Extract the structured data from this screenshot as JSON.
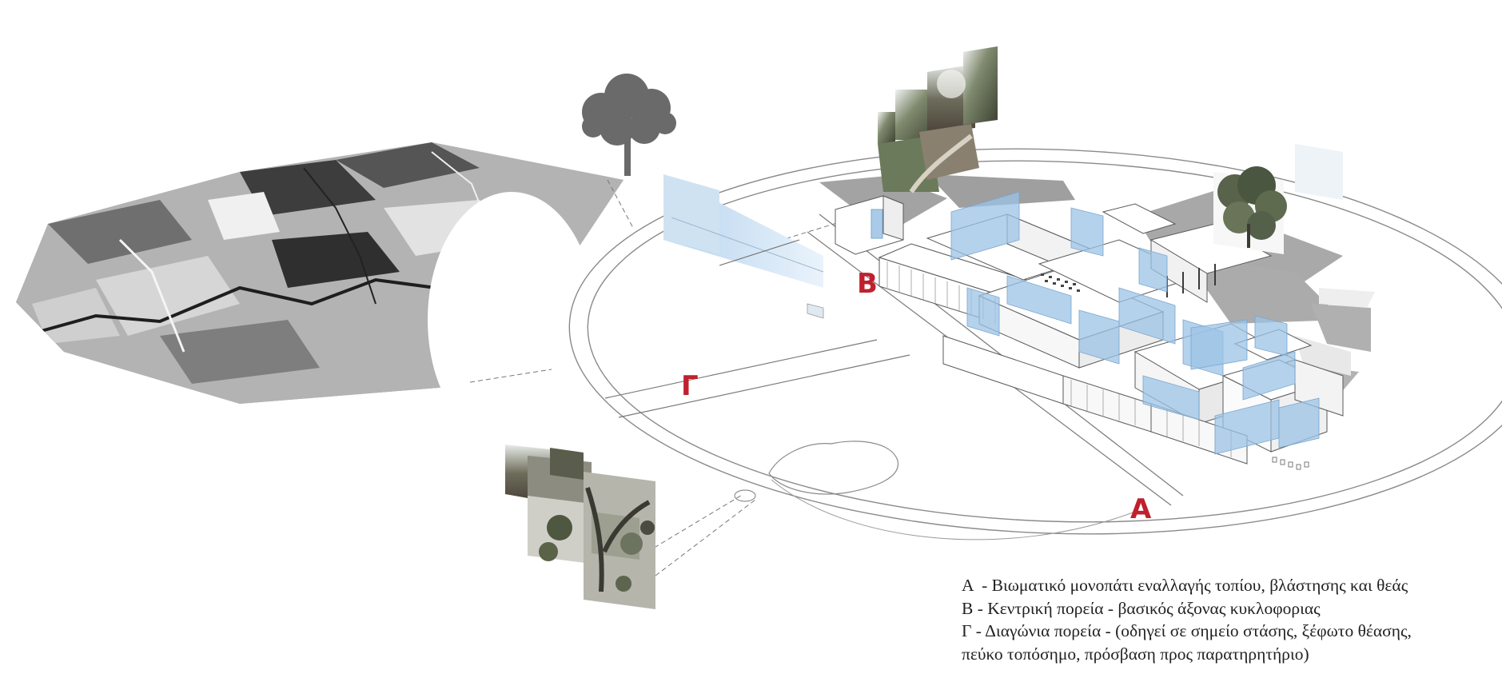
{
  "title": "",
  "accent_color": "#c0202e",
  "route_labels": {
    "a": "Α",
    "b": "Β",
    "c": "Γ"
  },
  "legend": {
    "line_1": "Α  - Βιωματικό μονοπάτι εναλλαγής τοπίου, βλάστησης και θεάς",
    "line_2": "Β - Κεντρική πορεία - βασικός άξονας κυκλοφοριας",
    "line_3": "Γ - Διαγώνια πορεία - (οδηγεί σε σημείο στάσης, ξέφωτο θέασης,",
    "line_4": "πεύκο τοπόσημο, πρόσβαση προς παρατηρητήριο)"
  },
  "icons": {
    "tree": "tree-silhouette-icon",
    "aerial_map": "aerial-photo-collage",
    "photo_collage": "landscape-photo-collage"
  }
}
